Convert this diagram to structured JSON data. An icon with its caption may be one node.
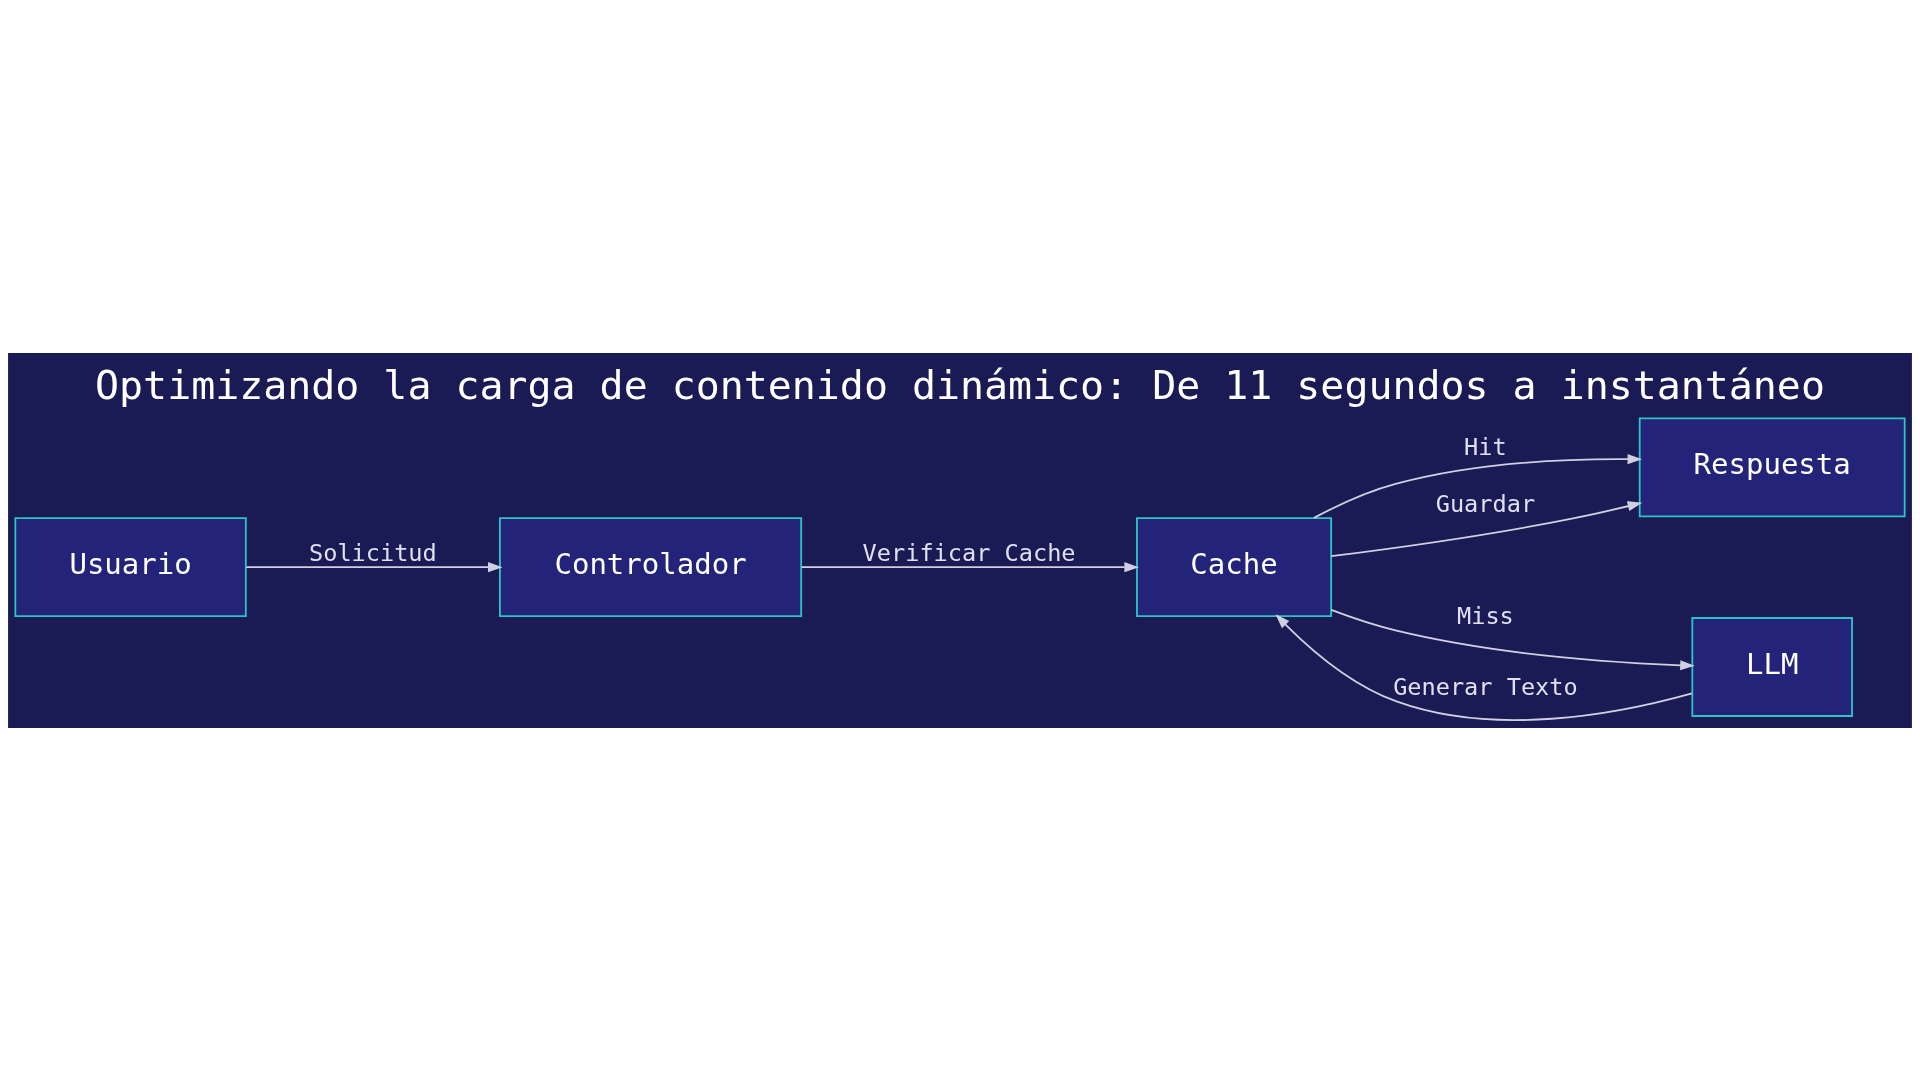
{
  "diagram": {
    "title": "Optimizando la carga de contenido dinámico: De 11 segundos a instantáneo",
    "nodes": [
      {
        "text": [
          "Usuario"
        ]
      },
      {
        "text": [
          "Controlador"
        ]
      },
      {
        "text": [
          "Cache"
        ]
      },
      {
        "text": [
          "Respuesta"
        ]
      },
      {
        "text": [
          "LLM"
        ]
      }
    ],
    "edges": [
      {
        "from": 0,
        "to": 1,
        "arrow": "to",
        "label": "Solicitud"
      },
      {
        "from": 1,
        "to": 2,
        "arrow": "to",
        "label": "Verificar Cache"
      },
      {
        "from": 2,
        "to": 3,
        "arrow": "to",
        "label": "Hit"
      },
      {
        "from": 2,
        "to": 4,
        "arrow": "to",
        "label": "Miss"
      },
      {
        "from": 4,
        "to": 2,
        "arrow": "to",
        "label": "Generar Texto"
      },
      {
        "from": 2,
        "to": 3,
        "arrow": "to",
        "label": "Guardar"
      }
    ]
  }
}
